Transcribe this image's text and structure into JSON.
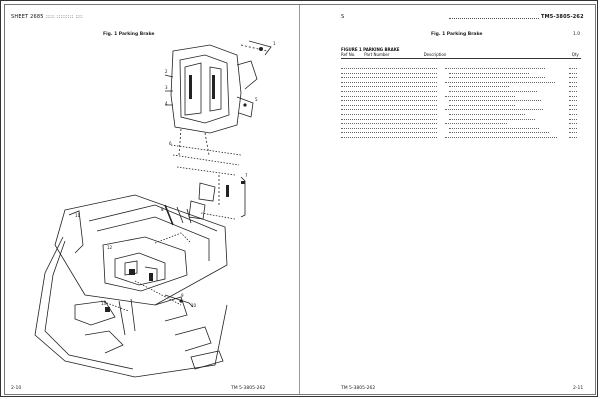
{
  "document": {
    "left_page": {
      "header": "SHEET 2685 ::::: ::::::::: ::::",
      "figure_title": "Fig. 1 Parking Brake",
      "footer_left": "2-10",
      "footer_right": "TM 5-3805-262"
    },
    "right_page": {
      "header_left": "S",
      "header_right": "TM5-3805-262",
      "page_marker": "1.0",
      "figure_title": "Fig. 1 Parking Brake",
      "table_title": "FIGURE 1 PARKING BRAKE",
      "columns": [
        "Ref No.",
        "Part Number",
        "Description",
        "Qty"
      ],
      "footer_left": "TM 5-3805-262",
      "footer_right": "2-11"
    },
    "callouts": [
      "1",
      "2",
      "3",
      "4",
      "5",
      "6",
      "7",
      "8",
      "9",
      "10",
      "11",
      "12",
      "13"
    ]
  }
}
